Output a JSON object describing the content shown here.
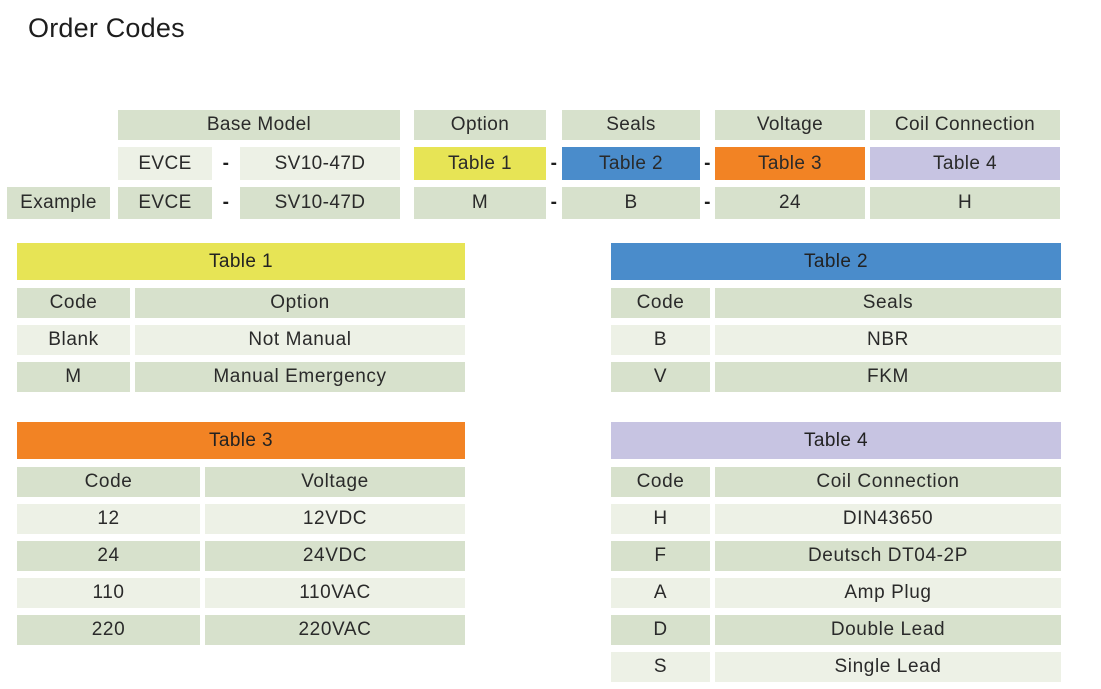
{
  "title": "Order Codes",
  "colors": {
    "table1_yellow": "#e7e455",
    "table2_blue": "#4a8ccb",
    "table3_orange": "#f28324",
    "table4_lavender": "#c7c4e2"
  },
  "order_builder": {
    "example_label": "Example",
    "separator": "-",
    "headers": {
      "base_model": "Base Model",
      "option": "Option",
      "seals": "Seals",
      "voltage": "Voltage",
      "coil_connection": "Coil Connection"
    },
    "code_row": {
      "prefix": "EVCE",
      "model": "SV10-47D",
      "option_ref": "Table 1",
      "seals_ref": "Table 2",
      "voltage_ref": "Table 3",
      "coil_connection_ref": "Table 4"
    },
    "example_row": {
      "prefix": "EVCE",
      "model": "SV10-47D",
      "option": "M",
      "seals": "B",
      "voltage": "24",
      "coil_connection": "H"
    }
  },
  "tables": [
    {
      "title": "Table 1",
      "columns": [
        "Code",
        "Option"
      ],
      "rows": [
        [
          "Blank",
          "Not Manual"
        ],
        [
          "M",
          "Manual Emergency"
        ]
      ]
    },
    {
      "title": "Table 2",
      "columns": [
        "Code",
        "Seals"
      ],
      "rows": [
        [
          "B",
          "NBR"
        ],
        [
          "V",
          "FKM"
        ]
      ]
    },
    {
      "title": "Table 3",
      "columns": [
        "Code",
        "Voltage"
      ],
      "rows": [
        [
          "12",
          "12VDC"
        ],
        [
          "24",
          "24VDC"
        ],
        [
          "110",
          "110VAC"
        ],
        [
          "220",
          "220VAC"
        ]
      ]
    },
    {
      "title": "Table 4",
      "columns": [
        "Code",
        "Coil Connection"
      ],
      "rows": [
        [
          "H",
          "DIN43650"
        ],
        [
          "F",
          "Deutsch DT04-2P"
        ],
        [
          "A",
          "Amp Plug"
        ],
        [
          "D",
          "Double Lead"
        ],
        [
          "S",
          "Single Lead"
        ]
      ]
    }
  ]
}
